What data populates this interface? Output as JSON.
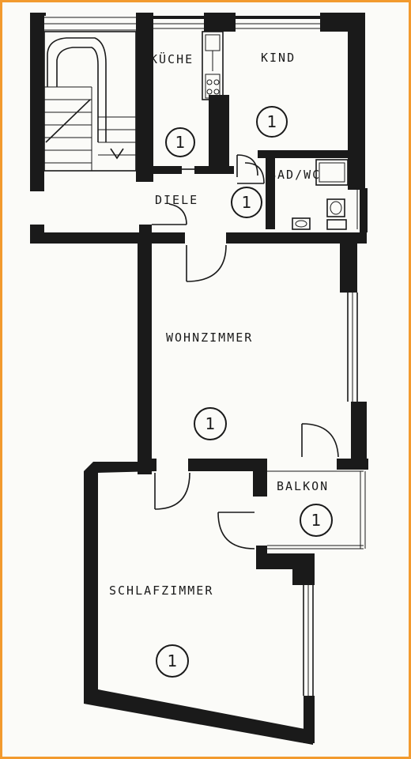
{
  "rooms": {
    "kueche": {
      "label": "KÜCHE",
      "count": "1"
    },
    "kind": {
      "label": "KIND",
      "count": "1"
    },
    "bad": {
      "label": "BAD/WC"
    },
    "diele": {
      "label": "DIELE",
      "count": "1"
    },
    "wohnzimmer": {
      "label": "WOHNZIMMER",
      "count": "1"
    },
    "balkon": {
      "label": "BALKON",
      "count": "1"
    },
    "schlafzimmer": {
      "label": "SCHLAFZIMMER",
      "count": "1"
    }
  },
  "colors": {
    "frame": "#f29a2e",
    "ink": "#1a1a1a"
  }
}
